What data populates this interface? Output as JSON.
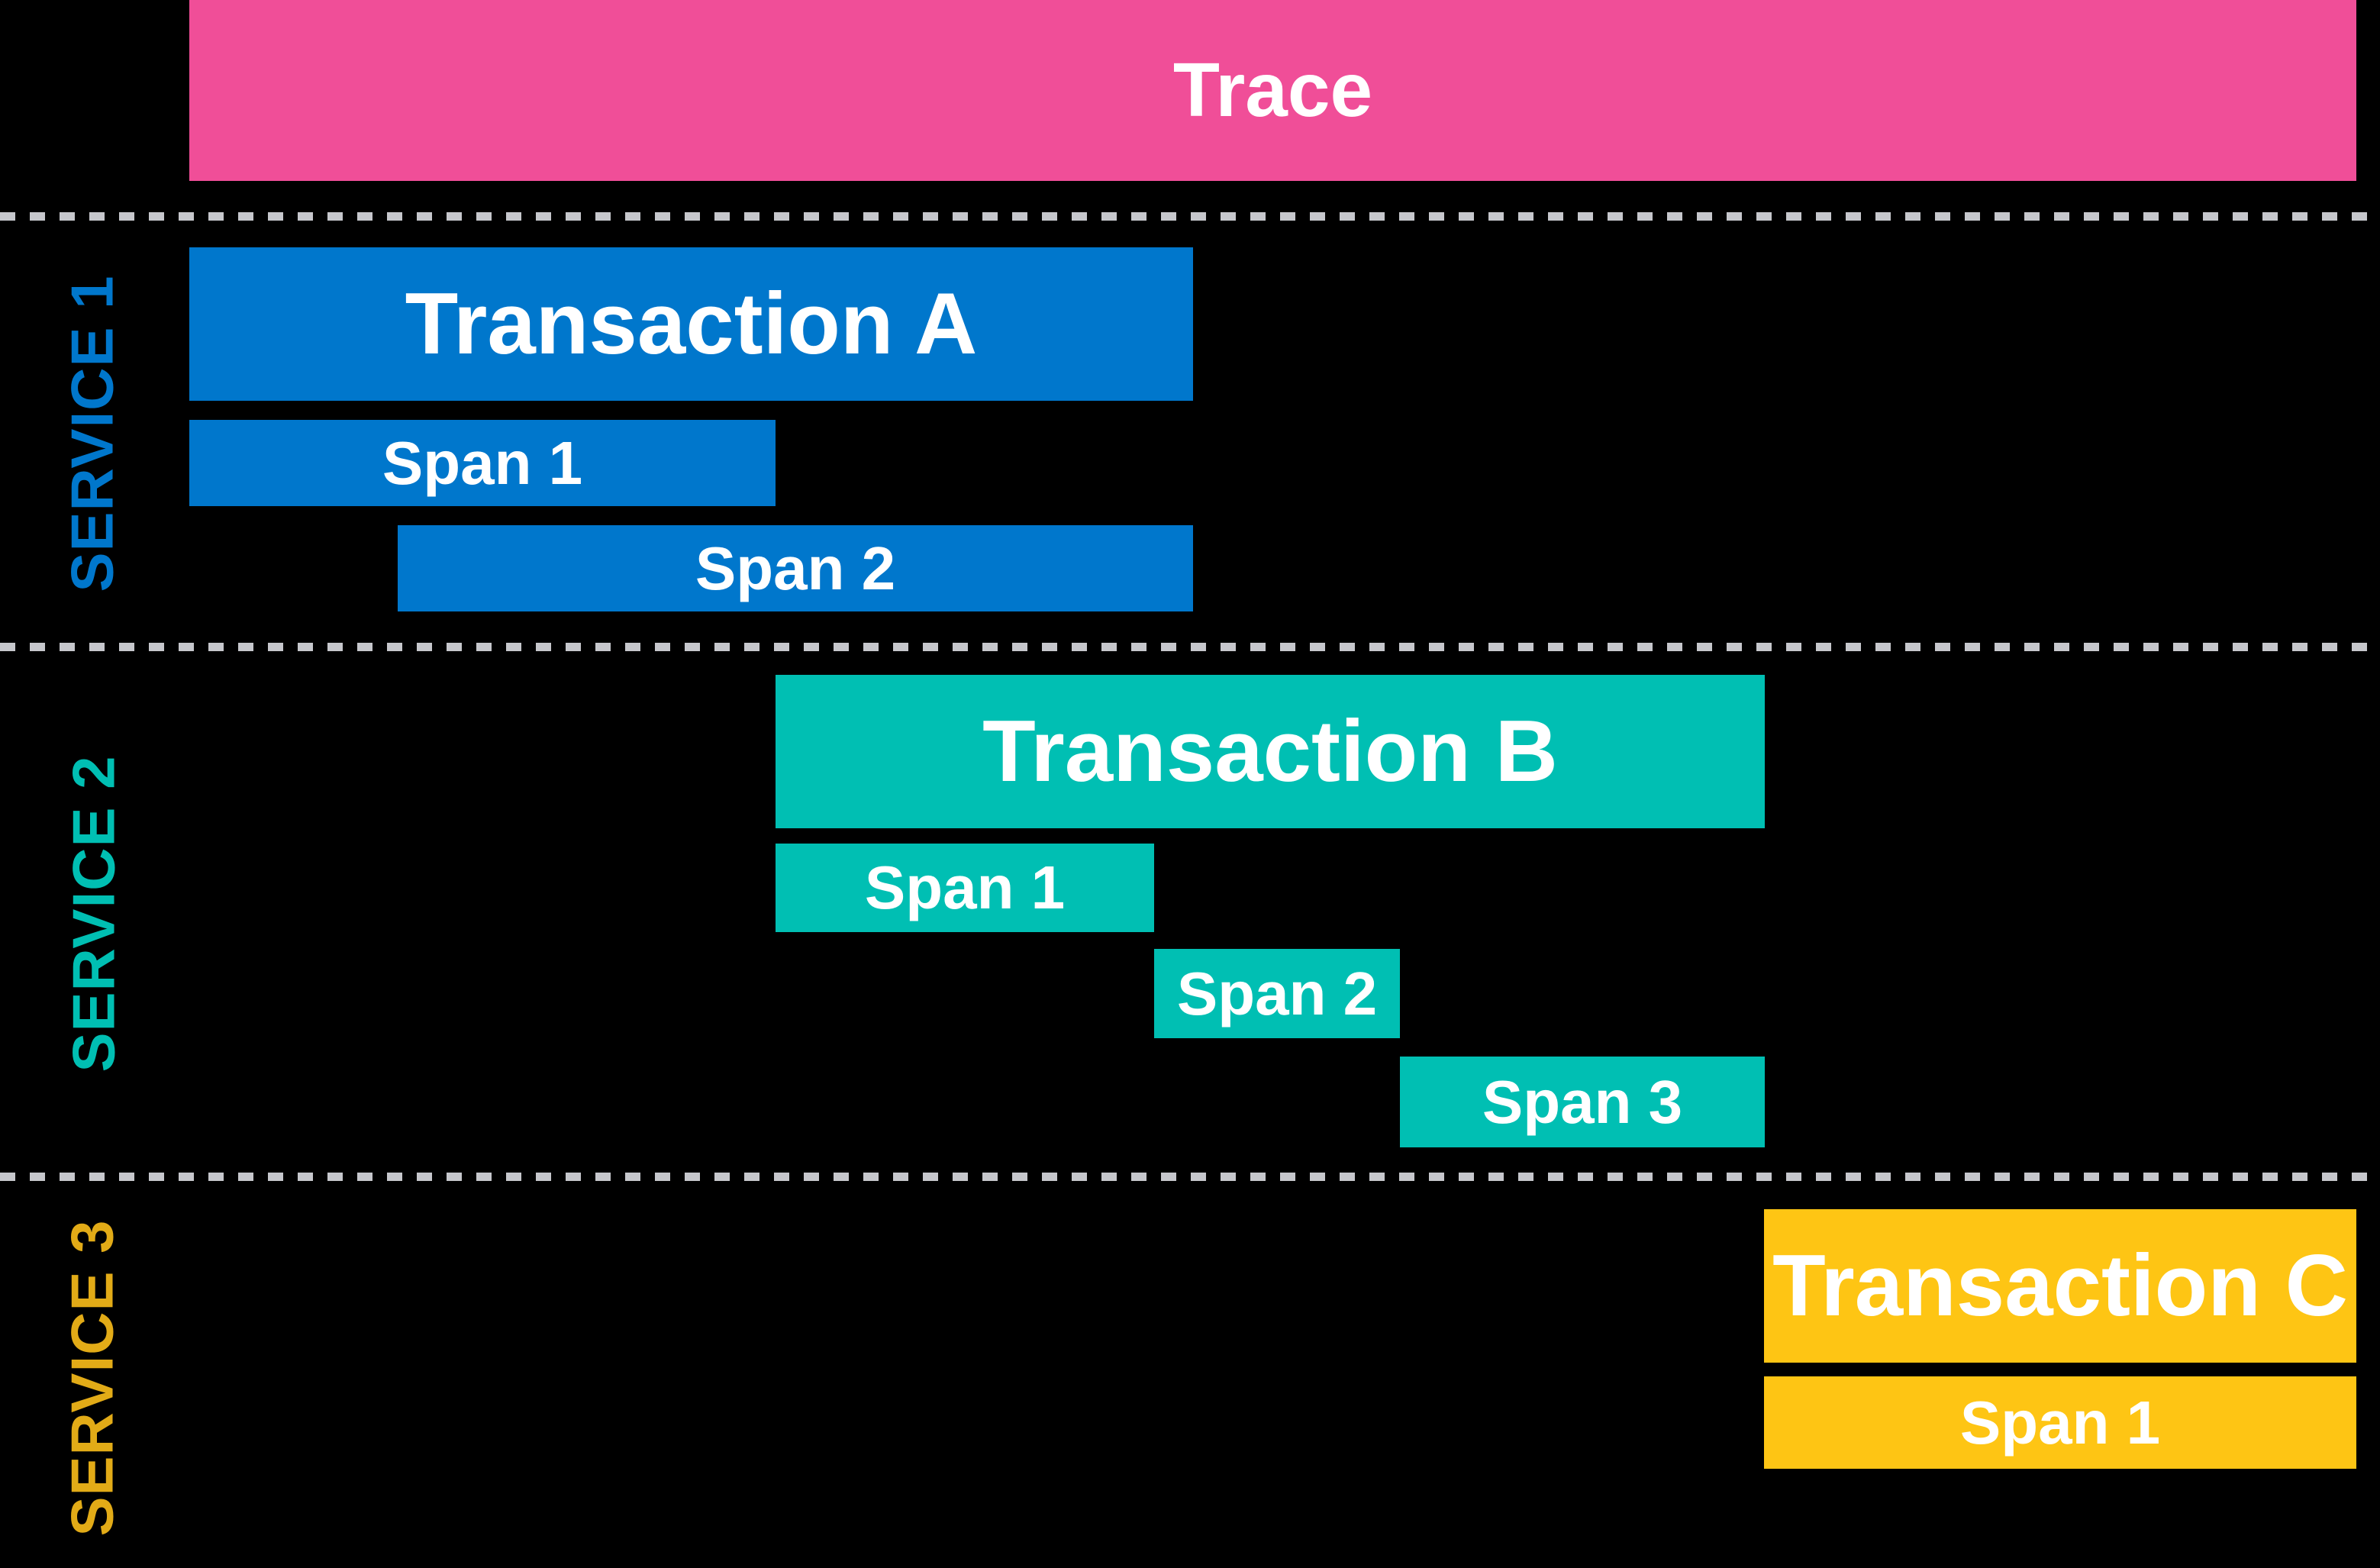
{
  "trace": {
    "label": "Trace"
  },
  "services": [
    {
      "name": "SERVICE 1",
      "transaction": {
        "label": "Transaction A"
      },
      "spans": [
        {
          "label": "Span 1"
        },
        {
          "label": "Span 2"
        }
      ]
    },
    {
      "name": "SERVICE 2",
      "transaction": {
        "label": "Transaction B"
      },
      "spans": [
        {
          "label": "Span 1"
        },
        {
          "label": "Span 2"
        },
        {
          "label": "Span 3"
        }
      ]
    },
    {
      "name": "SERVICE 3",
      "transaction": {
        "label": "Transaction C"
      },
      "spans": [
        {
          "label": "Span 1"
        }
      ]
    }
  ],
  "colors": {
    "background": "#000000",
    "bar-text": "#FFFFFF",
    "trace-pink": "#F04E98",
    "service1-blue": "#0077CC",
    "service2-teal": "#00BFB3",
    "service3-yellow": "#FEC514",
    "service3-label-gold": "#E2AB17",
    "separator-gray": "#C6C7CC"
  }
}
